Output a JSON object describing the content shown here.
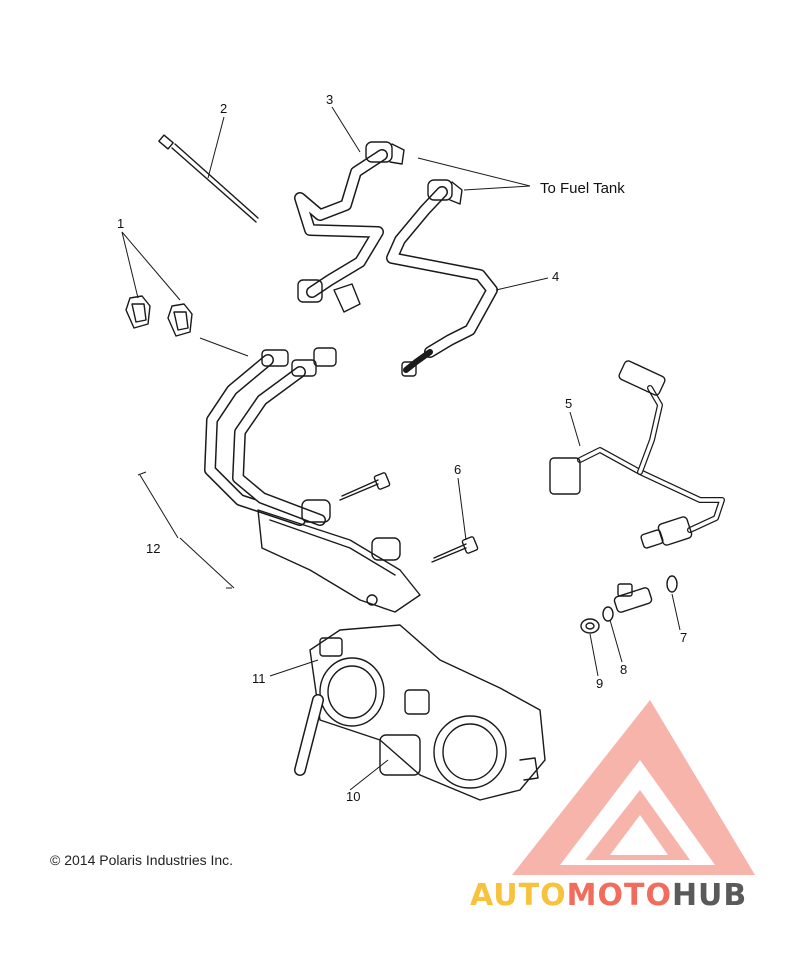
{
  "callouts": {
    "c1": "1",
    "c2": "2",
    "c3": "3",
    "c4": "4",
    "c5": "5",
    "c6": "6",
    "c7": "7",
    "c8": "8",
    "c9": "9",
    "c10": "10",
    "c11": "11",
    "c12": "12"
  },
  "note_fuel_tank": "To Fuel Tank",
  "copyright": "© 2014 Polaris Industries Inc.",
  "watermark": {
    "part1": "AUTO",
    "part2": "MOTO",
    "part3": "HUB",
    "color_yellow": "#f7c23c",
    "color_red": "#f26b5b",
    "color_gray": "#5a5a5a"
  }
}
